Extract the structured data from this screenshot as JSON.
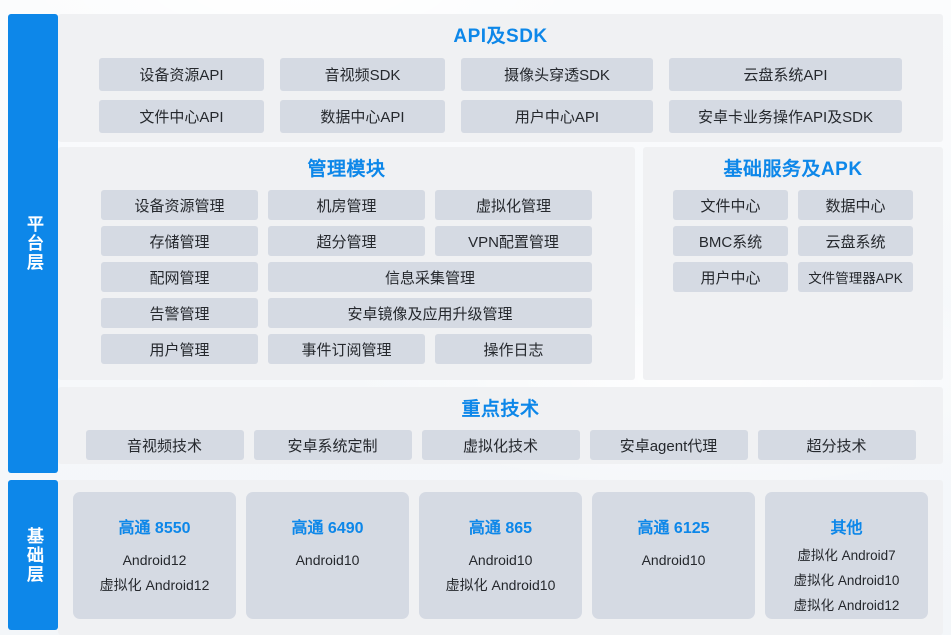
{
  "colors": {
    "accent": "#0d87e9",
    "chip_bg": "#d5dae3",
    "panel_bg": "#f0f1f3",
    "text": "#25282d"
  },
  "layers": {
    "platform_label": "平台层",
    "base_label": "基础层"
  },
  "api_section": {
    "title": "API及SDK",
    "items": [
      "设备资源API",
      "音视频SDK",
      "摄像头穿透SDK",
      "云盘系统API",
      "文件中心API",
      "数据中心API",
      "用户中心API",
      "安卓卡业务操作API及SDK"
    ]
  },
  "manage_section": {
    "title": "管理模块",
    "rows": [
      {
        "cells": [
          "设备资源管理",
          "机房管理",
          "虚拟化管理"
        ],
        "spans": [
          1,
          1,
          1
        ]
      },
      {
        "cells": [
          "存储管理",
          "超分管理",
          "VPN配置管理"
        ],
        "spans": [
          1,
          1,
          1
        ]
      },
      {
        "cells": [
          "配网管理",
          "信息采集管理"
        ],
        "spans": [
          1,
          2
        ]
      },
      {
        "cells": [
          "告警管理",
          "安卓镜像及应用升级管理"
        ],
        "spans": [
          1,
          2
        ]
      },
      {
        "cells": [
          "用户管理",
          "事件订阅管理",
          "操作日志"
        ],
        "spans": [
          1,
          1,
          1
        ]
      }
    ]
  },
  "services_section": {
    "title": "基础服务及APK",
    "items": [
      "文件中心",
      "数据中心",
      "BMC系统",
      "云盘系统",
      "用户中心",
      "文件管理器APK"
    ]
  },
  "tech_section": {
    "title": "重点技术",
    "items": [
      "音视频技术",
      "安卓系统定制",
      "虚拟化技术",
      "安卓agent代理",
      "超分技术"
    ]
  },
  "hardware_section": {
    "cards": [
      {
        "title": "高通 8550",
        "lines": [
          "Android12",
          "虚拟化 Android12"
        ]
      },
      {
        "title": "高通 6490",
        "lines": [
          "Android10"
        ]
      },
      {
        "title": "高通 865",
        "lines": [
          "Android10",
          "虚拟化 Android10"
        ]
      },
      {
        "title": "高通 6125",
        "lines": [
          "Android10"
        ]
      },
      {
        "title": "其他",
        "lines": [
          "虚拟化 Android7",
          "虚拟化 Android10",
          "虚拟化 Android12"
        ]
      }
    ]
  }
}
